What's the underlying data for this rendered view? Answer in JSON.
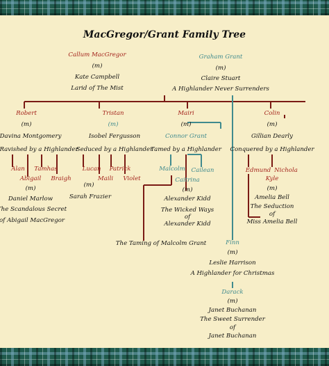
{
  "title": "MacGregor/Grant Family Tree",
  "marriage": "(m)",
  "colors": {
    "red": "#a3221b",
    "teal": "#3f8a8e",
    "background": "#f7eec8"
  },
  "patriarchs": {
    "macgregor": {
      "name": "Callum MacGregor",
      "spouse": "Kate Campbell",
      "book": "Larid of The Mist"
    },
    "grant": {
      "name": "Graham Grant",
      "spouse": "Claire Stuart",
      "book": "A Highlander Never Surrenders"
    }
  },
  "children": {
    "robert": {
      "name": "Robert",
      "spouse": "Davina Montgomery",
      "book": "Ravished by a Highlander",
      "kids": [
        "Alan",
        "Tamhas",
        "Abigail",
        "Braigh"
      ],
      "abigail": {
        "spouse": "Daniel Marlow",
        "book_line1": "The Scandalous Secret",
        "book_line2": "of Abigail MacGregor"
      }
    },
    "tristan": {
      "name": "Tristan",
      "spouse": "Isobel Fergusson",
      "book": "Seduced by a Highlander",
      "kids": [
        "Lucan",
        "Patrick",
        "Maili",
        "Violet"
      ],
      "maili": {
        "spouse": "Sarah Frazier"
      }
    },
    "mairi": {
      "name": "Mairi",
      "spouse": "Connor Grant",
      "book": "Tamed by a Highlander",
      "kids": [
        "Malcolm",
        "Cailean",
        "Caitrina"
      ],
      "malcolm_book": "The Taming of Malcolm Grant",
      "caitrina": {
        "spouse": "Alexander Kidd",
        "book_line1": "The Wicked Ways",
        "book_line2": "of",
        "book_line3": "Alexander Kidd"
      }
    },
    "colin": {
      "name": "Colin",
      "spouse": "Gillian Dearly",
      "book": "Conquered by a Highlander",
      "kids": [
        "Edmund",
        "Nichola",
        "Kyle"
      ],
      "kyle": {
        "spouse": "Amelia Bell",
        "book_line1": "The Seduction",
        "book_line2": "of",
        "book_line3": "Miss Amelia Bell"
      }
    }
  },
  "finn": {
    "name": "Finn",
    "spouse": "Leslie Harrison",
    "book": "A Highlander for Christmas"
  },
  "darack": {
    "name": "Darack",
    "spouse": "Janet Buchanan",
    "book_line1": "The Sweet Surrender",
    "book_line2": "of",
    "book_line3": "Janet Buchanan"
  }
}
